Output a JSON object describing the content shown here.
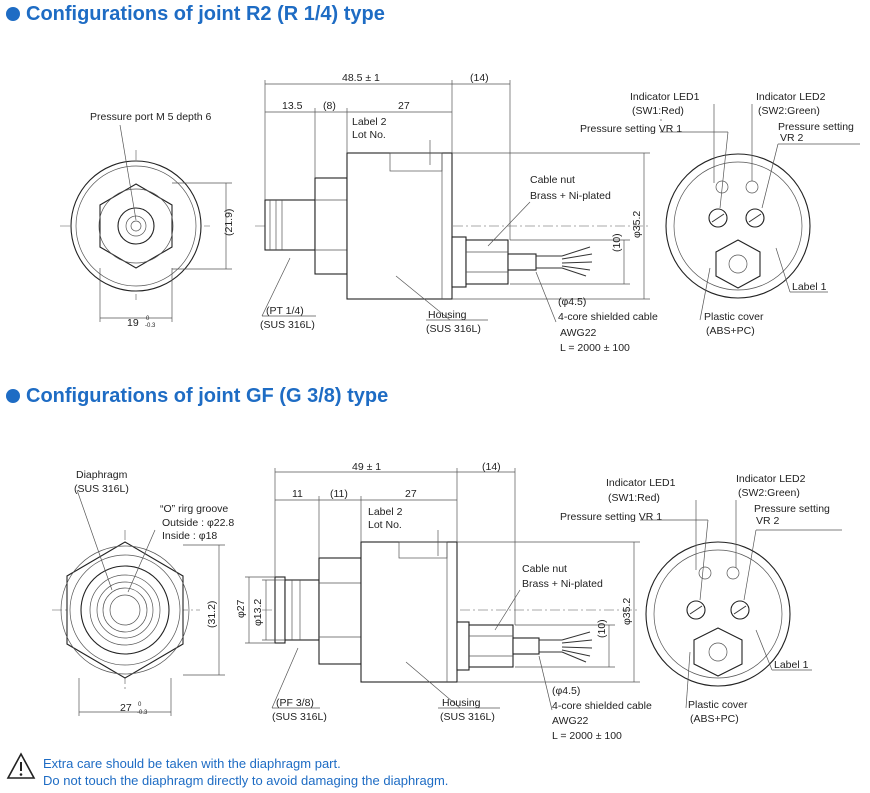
{
  "section1": {
    "title": "Configurations of joint R2 (R 1/4) type",
    "labels": {
      "pressure_port": "Pressure port M 5 depth 6",
      "dim_overall": "48.5 ± 1",
      "dim_14": "(14)",
      "dim_13_5": "13.5",
      "dim_8": "(8)",
      "dim_27": "27",
      "label2": "Label 2",
      "lot_no": "Lot No.",
      "cable_nut": "Cable nut",
      "brass": "Brass + Ni-plated",
      "dim_21_9": "(21.9)",
      "dim_19": "19",
      "tol": "0\n-0.3",
      "tol_top": "0",
      "tol_bottom": "-0.3",
      "phi35_2": "φ35.2",
      "dim_10": "(10)",
      "pt14": "(PT 1/4)",
      "sus1": "(SUS 316L)",
      "housing": "Housing",
      "sus2": "(SUS 316L)",
      "phi4_5": "(φ4.5)",
      "cable": "4-core shielded cable",
      "awg": "AWG22",
      "length": "L = 2000 ± 100",
      "led1": "Indicator LED1",
      "sw1": "(SW1:Red)",
      "led2": "Indicator LED2",
      "sw2": "(SW2:Green)",
      "vr1": "Pressure setting VR 1",
      "vr2a": "Pressure setting",
      "vr2b": "VR 2",
      "label1": "Label 1",
      "plastic": "Plastic cover",
      "abs": "(ABS+PC)"
    }
  },
  "section2": {
    "title": "Configurations of joint GF (G 3/8) type",
    "labels": {
      "diaphragm": "Diaphragm",
      "sus_d": "(SUS 316L)",
      "oring": "“O” rirg groove",
      "outside": "Outside : φ22.8",
      "inside": "Inside : φ18",
      "dim_overall": "49 ± 1",
      "dim_14": "(14)",
      "dim_11": "11",
      "dim_11b": "(11)",
      "dim_27": "27",
      "label2": "Label 2",
      "lot_no": "Lot No.",
      "cable_nut": "Cable nut",
      "brass": "Brass + Ni-plated",
      "dim_31_2": "(31.2)",
      "phi27": "φ27",
      "phi13_2": "φ13.2",
      "dim_27b": "27",
      "tol_top": "0",
      "tol_bottom": "-0.3",
      "phi35_2": "φ35.2",
      "dim_10": "(10)",
      "pf38": "(PF 3/8)",
      "sus1": "(SUS 316L)",
      "housing": "Housing",
      "sus2": "(SUS 316L)",
      "phi4_5": "(φ4.5)",
      "cable": "4-core shielded cable",
      "awg": "AWG22",
      "length": "L = 2000 ± 100",
      "led1": "Indicator LED1",
      "sw1": "(SW1:Red)",
      "led2": "Indicator LED2",
      "sw2": "(SW2:Green)",
      "vr1": "Pressure setting VR 1",
      "vr2a": "Pressure setting",
      "vr2b": "VR 2",
      "label1": "Label 1",
      "plastic": "Plastic cover",
      "abs": "(ABS+PC)"
    }
  },
  "warning": {
    "line1": "Extra care should be taken with the diaphragm part.",
    "line2": "Do not touch the diaphragm directly to avoid damaging the diaphragm."
  },
  "colors": {
    "accent": "#1e6cc4",
    "line": "#333333"
  }
}
